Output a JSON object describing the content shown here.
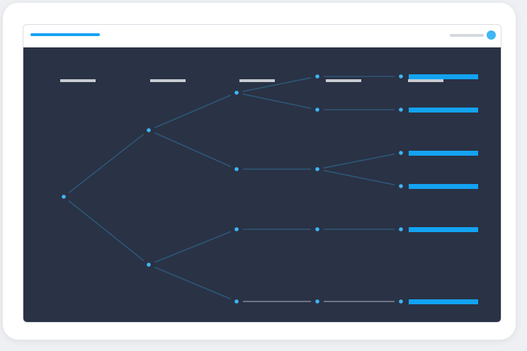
{
  "colors": {
    "canvas_bg": "#2a3245",
    "accent": "#13a3f2",
    "edge": "#2c5877",
    "edge_muted": "#6b7585",
    "node": "#3fb6f5",
    "header_placeholder": "#c9ccd2"
  },
  "titlebar": {
    "title_placeholder": "accent-line",
    "status_icon": "status-dot-icon"
  },
  "tree": {
    "levels": 5,
    "root": "n0",
    "nodes": [
      {
        "id": "n0",
        "level": 0,
        "parent": null
      },
      {
        "id": "n1a",
        "level": 1,
        "parent": "n0"
      },
      {
        "id": "n1b",
        "level": 1,
        "parent": "n0"
      },
      {
        "id": "n2a",
        "level": 2,
        "parent": "n1a"
      },
      {
        "id": "n2b",
        "level": 2,
        "parent": "n1a"
      },
      {
        "id": "n2c",
        "level": 2,
        "parent": "n1b"
      },
      {
        "id": "n2d",
        "level": 2,
        "parent": "n1b"
      },
      {
        "id": "n3a",
        "level": 3,
        "parent": "n2a"
      },
      {
        "id": "n3b",
        "level": 3,
        "parent": "n2a"
      },
      {
        "id": "n3c",
        "level": 3,
        "parent": "n2b"
      },
      {
        "id": "n3d",
        "level": 3,
        "parent": "n2c"
      },
      {
        "id": "n3e",
        "level": 3,
        "parent": "n2d"
      },
      {
        "id": "n4a",
        "level": 4,
        "parent": "n3a"
      },
      {
        "id": "n4b",
        "level": 4,
        "parent": "n3b"
      },
      {
        "id": "n4c",
        "level": 4,
        "parent": "n3c"
      },
      {
        "id": "n4d",
        "level": 4,
        "parent": "n3c"
      },
      {
        "id": "n4e",
        "level": 4,
        "parent": "n3d"
      },
      {
        "id": "n4f",
        "level": 4,
        "parent": "n3e"
      }
    ],
    "muted_edges": [
      [
        "n2d",
        "n3e"
      ],
      [
        "n3e",
        "n4f"
      ]
    ]
  }
}
